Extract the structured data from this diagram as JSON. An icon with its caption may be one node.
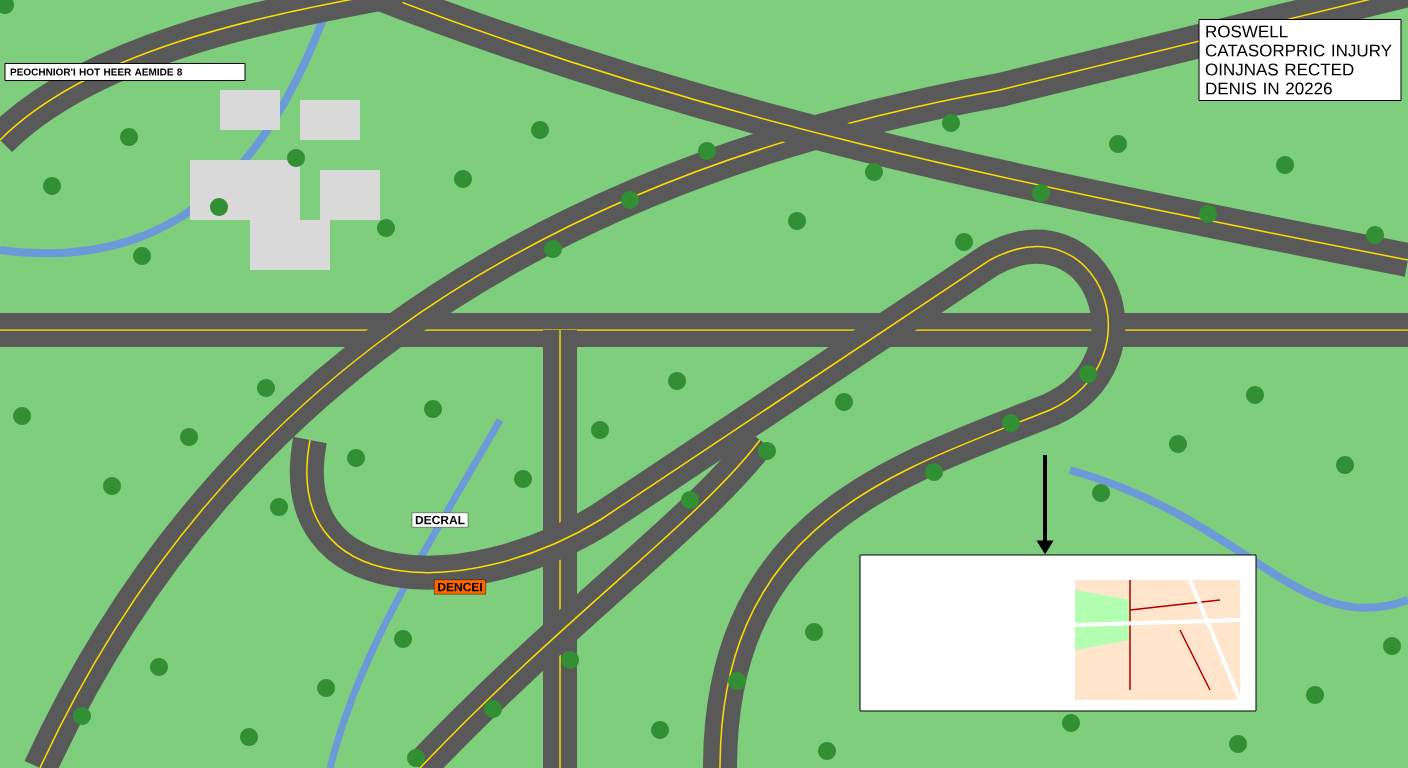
{
  "diagram": {
    "title": "ROSWELL CATASORPRIC INJURY OINJNAS RECTED DENIS IN 20226",
    "nodes": [
      {
        "text": [
          "PEOCHNIOR'I HOT HEER AEMIDE 8"
        ]
      },
      {
        "text": [],
        "shape": "box"
      }
    ],
    "edges": [
      {
        "from": null,
        "to": 1,
        "arrow": "to"
      }
    ],
    "labels": [
      "DECRAL",
      "DENCEI"
    ]
  }
}
